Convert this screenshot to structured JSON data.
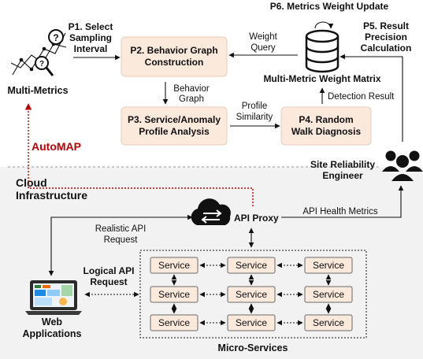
{
  "steps": {
    "p1_line1": "P1. Select",
    "p1_line2": "Sampling",
    "p1_line3": "Interval",
    "p2_line1": "P2. Behavior Graph",
    "p2_line2": "Construction",
    "p3_line1": "P3. Service/Anomaly",
    "p3_line2": "Profile Analysis",
    "p4_line1": "P4. Random",
    "p4_line2": "Walk Diagnosis",
    "p5_line1": "P5. Result",
    "p5_line2": "Precision",
    "p5_line3": "Calculation",
    "p6": "P6. Metrics Weight Update"
  },
  "labels": {
    "multi_metrics": "Multi-Metrics",
    "weight_query_1": "Weight",
    "weight_query_2": "Query",
    "weight_matrix": "Multi-Metric Weight Matrix",
    "behavior_graph_1": "Behavior",
    "behavior_graph_2": "Graph",
    "profile_similarity_1": "Profile",
    "profile_similarity_2": "Similarity",
    "detection_result": "Detection Result",
    "automap": "AutoMAP",
    "sre_1": "Site Reliability",
    "sre_2": "Engineer",
    "cloud_1": "Cloud",
    "cloud_2": "Infrastructure",
    "api_proxy": "API Proxy",
    "api_health": "API Health Metrics",
    "realistic_1": "Realistic API",
    "realistic_2": "Request",
    "logical_1": "Logical API",
    "logical_2": "Request",
    "web_1": "Web",
    "web_2": "Applications",
    "micro_services": "Micro-Services"
  },
  "services": {
    "label": "Service",
    "grid": [
      [
        "Service",
        "Service",
        "Service"
      ],
      [
        "Service",
        "Service",
        "Service"
      ],
      [
        "Service",
        "Service",
        "Service"
      ]
    ]
  },
  "icons": {
    "metrics": "line-chart-magnifier-icon",
    "database": "database-icon",
    "cycle": "refresh-cycle-icon",
    "people": "users-group-icon",
    "cloud": "cloud-proxy-icon",
    "laptop": "laptop-dashboard-icon"
  },
  "colors": {
    "process_box": "#fbe9dc",
    "cloud_region": "#f2f2f2",
    "automap_text": "#c00000",
    "feedback_arrow": "#c00000"
  }
}
